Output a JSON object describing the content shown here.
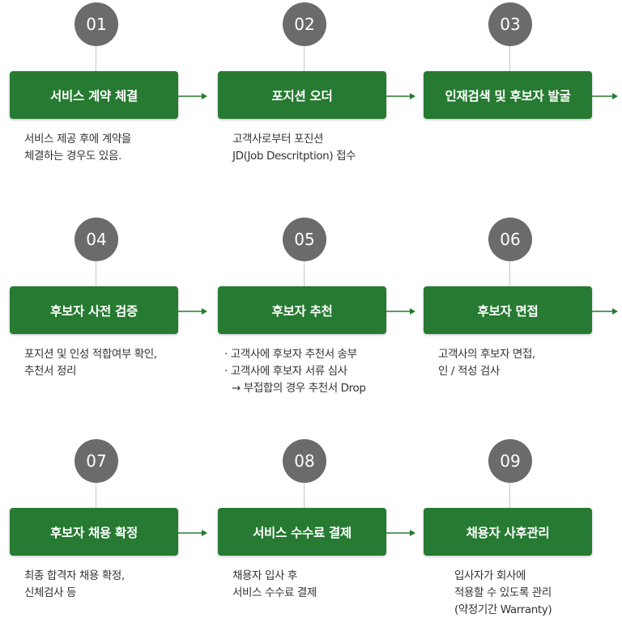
{
  "colors": {
    "box": "#267a31",
    "circle": "#6b6b6b",
    "connector": "#c8c8c8",
    "arrow": "#267a31"
  },
  "steps": [
    {
      "num": "01",
      "title": "서비스 계약 체결",
      "desc": [
        "서비스 제공 후에 계약을",
        "체결하는 경우도 있음."
      ]
    },
    {
      "num": "02",
      "title": "포지션 오더",
      "desc": [
        "고객사로부터 포진션",
        "JD(Job Descritption) 접수"
      ]
    },
    {
      "num": "03",
      "title": "인재검색 및 후보자 발굴",
      "desc": []
    },
    {
      "num": "04",
      "title": "후보자 사전 검증",
      "desc": [
        "포지션 및 인성 적합여부 확인,",
        "추천서 정리"
      ]
    },
    {
      "num": "05",
      "title": "후보자 추천",
      "desc": [
        "· 고객사에 후보자 추천서 송부",
        "· 고객사에 후보자 서류 심사",
        "→ 부접합의 경우 추천서 Drop"
      ]
    },
    {
      "num": "06",
      "title": "후보자 면접",
      "desc": [
        "고객사의 후보자 면접,",
        "인 / 적성 검사"
      ]
    },
    {
      "num": "07",
      "title": "후보자 채용 확정",
      "desc": [
        "최종 합격자 채용 확정,",
        "신체검사 등"
      ]
    },
    {
      "num": "08",
      "title": "서비스 수수료 결제",
      "desc": [
        "채용자 입사 후",
        "서비스 수수료 결제"
      ]
    },
    {
      "num": "09",
      "title": "채용자 사후관리",
      "desc": [
        "입사자가 회사에",
        "적용할 수 있도록 관리",
        "(약정기간 Warranty)"
      ]
    }
  ]
}
